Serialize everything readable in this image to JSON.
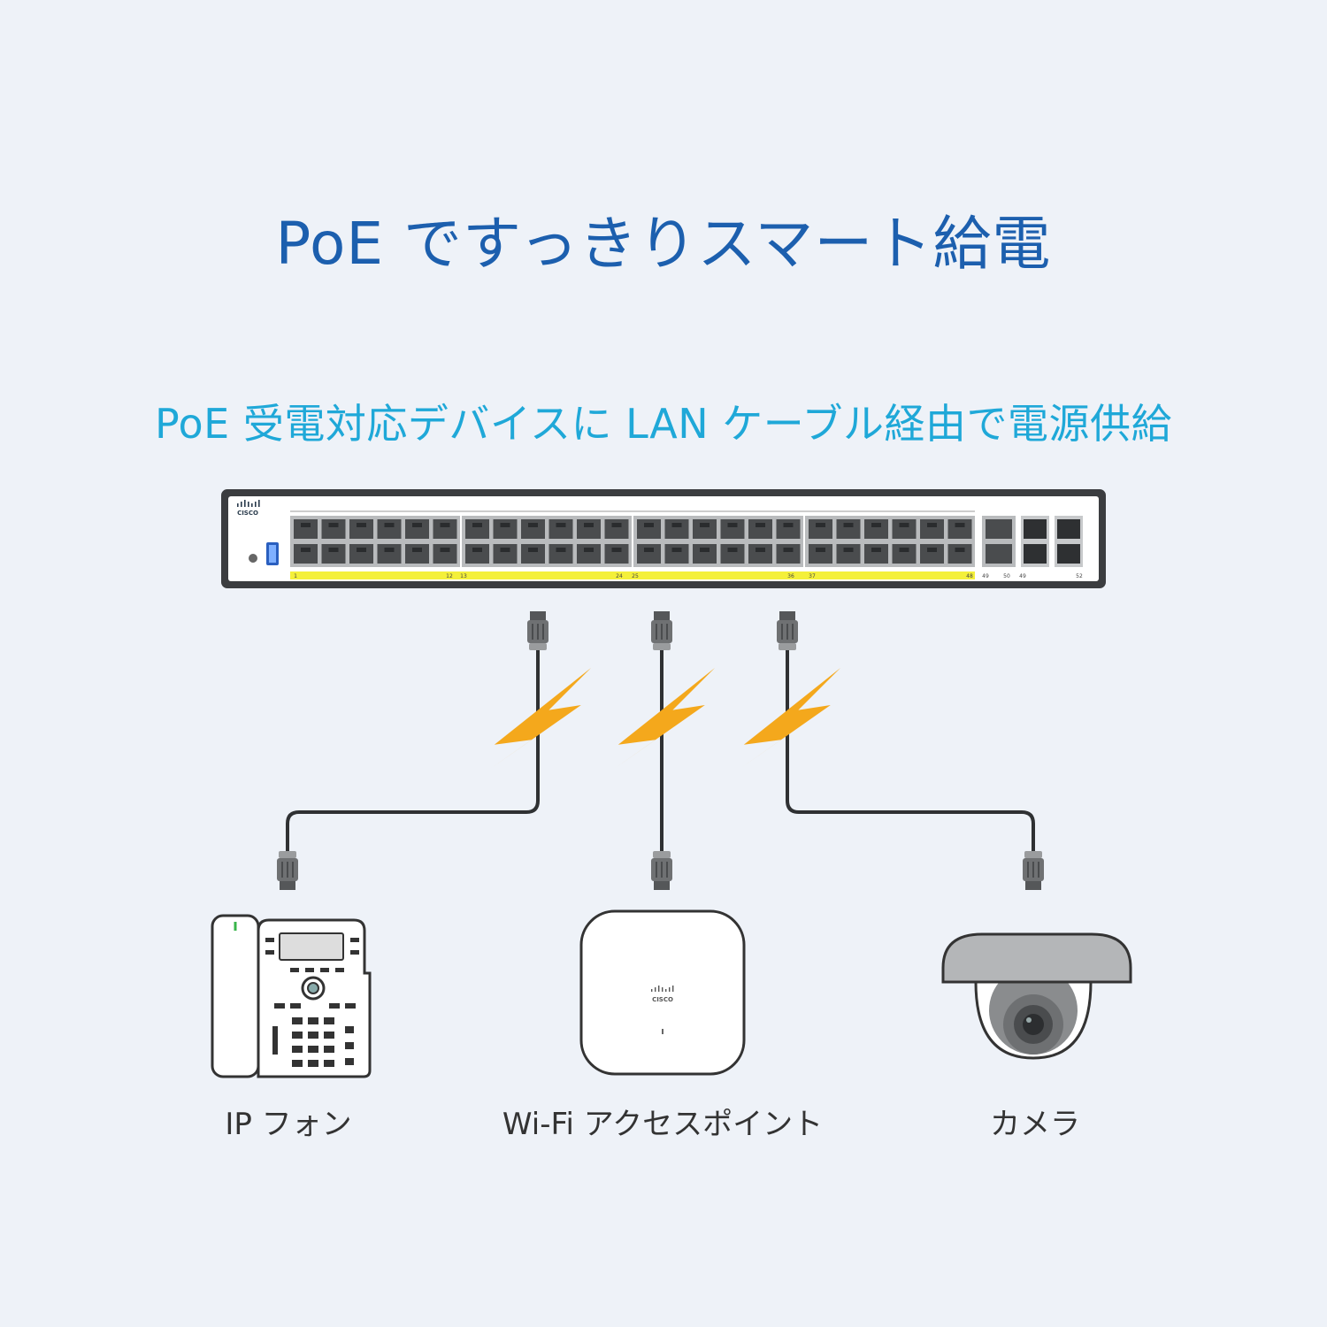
{
  "title": "PoE ですっきりスマート給電",
  "subtitle": "PoE 受電対応デバイスに LAN ケーブル経由で電源供給",
  "switch": {
    "brand": "CISCO",
    "port_labels": [
      "1",
      "12",
      "13",
      "24",
      "25",
      "36",
      "37",
      "48",
      "49",
      "50",
      "49",
      "52"
    ]
  },
  "access_point": {
    "brand": "CISCO"
  },
  "devices": [
    {
      "label": "IP フォン",
      "icon": "ip-phone-icon"
    },
    {
      "label": "Wi-Fi アクセスポイント",
      "icon": "access-point-icon"
    },
    {
      "label": "カメラ",
      "icon": "dome-camera-icon"
    }
  ],
  "colors": {
    "title": "#1c5fae",
    "subtitle": "#1fa8d8",
    "bolt": "#f4a81c",
    "poe_strip": "#f4f03a",
    "cable": "#2f3133"
  }
}
